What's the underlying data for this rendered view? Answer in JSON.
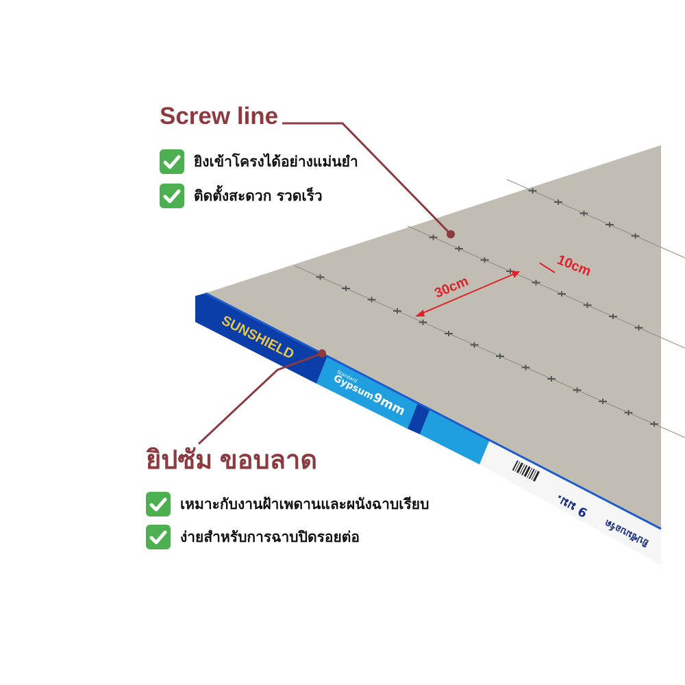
{
  "screw_section": {
    "title": "Screw line",
    "items": [
      {
        "text": "ยิงเข้าโครงได้อย่างแม่นยำ",
        "icon": "check-icon"
      },
      {
        "text": "ติดตั้งสะดวก รวดเร็ว",
        "icon": "check-icon"
      }
    ]
  },
  "edge_section": {
    "title": "ยิปซัม ขอบลาด",
    "items": [
      {
        "text": "เหมาะกับงานฝ้าเพดานและผนังฉาบเรียบ",
        "icon": "check-icon"
      },
      {
        "text": "ง่ายสำหรับการฉาบปิดรอยต่อ",
        "icon": "check-icon"
      }
    ]
  },
  "dimensions": {
    "long": "30cm",
    "short": "10cm"
  },
  "product": {
    "brand": "SUNSHIELD",
    "type_small": "Standard",
    "type": "Gypsum",
    "thickness": "9mm",
    "thai_label": "ยิปซัมบอร์ด",
    "thai_thickness": "9 มม."
  },
  "colors": {
    "accent": "#8b3a3f",
    "check": "#4caf50",
    "dimension": "#e0202a",
    "board": "#c2bdb2",
    "edge_dark_blue": "#0b3ea8",
    "edge_light_blue": "#1f9ee0"
  }
}
